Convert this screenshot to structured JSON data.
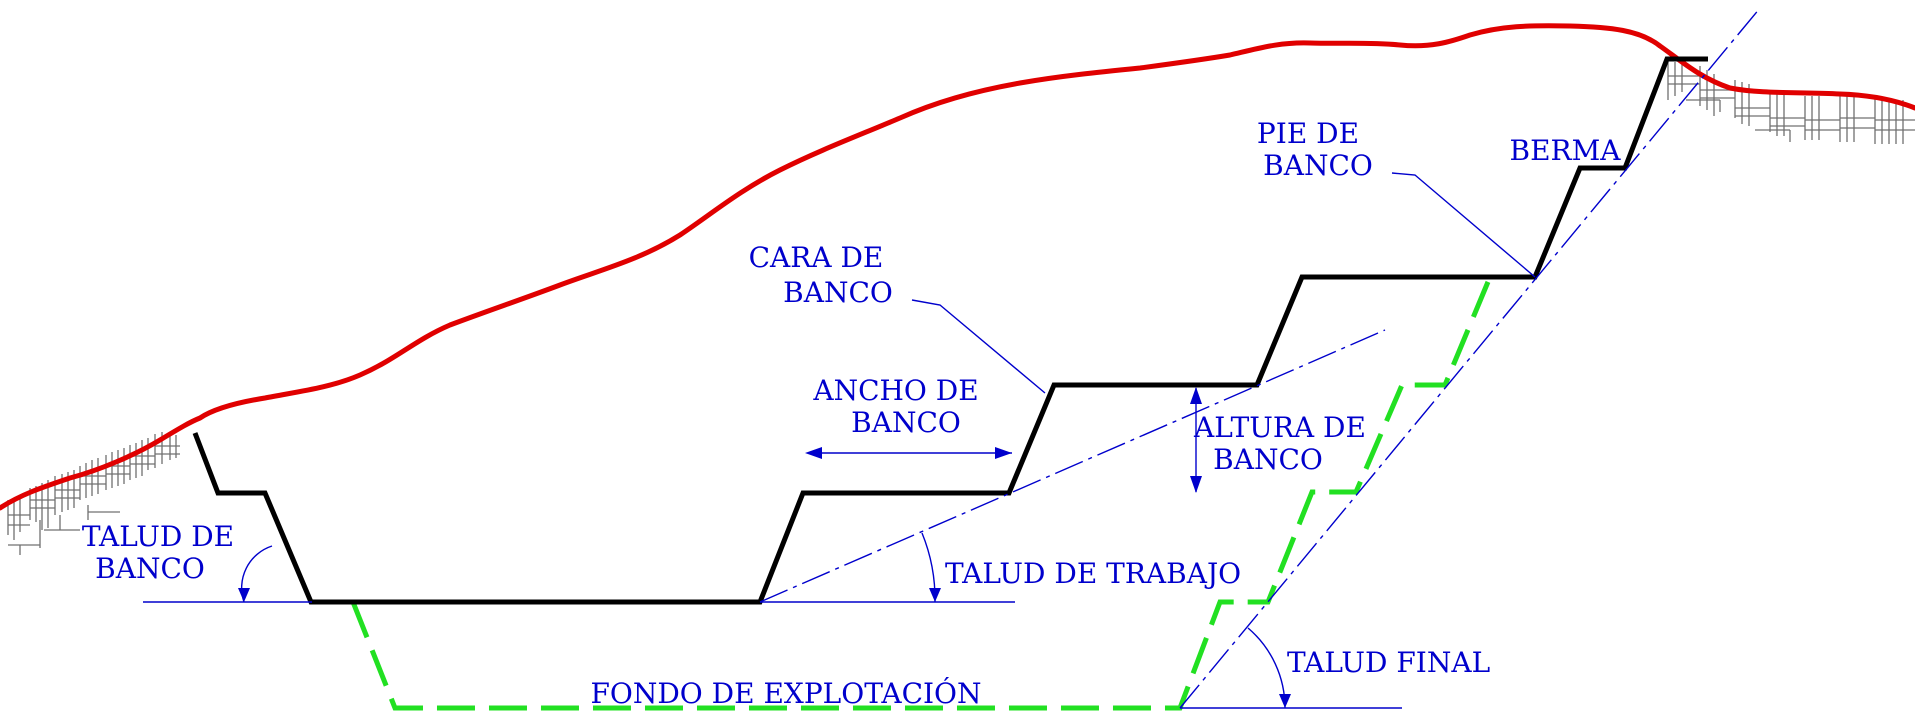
{
  "labels": {
    "talud_de_banco": [
      "TALUD DE",
      "BANCO"
    ],
    "ancho_de_banco": [
      "ANCHO DE",
      "BANCO"
    ],
    "cara_de_banco": [
      "CARA DE",
      "BANCO"
    ],
    "pie_de_banco": [
      "PIE DE",
      "BANCO"
    ],
    "berma": "BERMA",
    "altura_de_banco": [
      "ALTURA DE",
      "BANCO"
    ],
    "talud_de_trabajo": "TALUD DE TRABAJO",
    "talud_final": "TALUD FINAL",
    "fondo_de_explotacion": "FONDO DE EXPLOTACIÓN"
  },
  "colors": {
    "terrain": "#e00000",
    "current_pit": "#000000",
    "final_pit": "#22e022",
    "annotation": "#0000cc",
    "rock_hatch": "#707070"
  }
}
